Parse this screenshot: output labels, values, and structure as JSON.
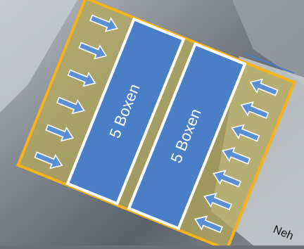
{
  "diagram": {
    "box_labels": [
      "5 Boxen",
      "5 Boxen"
    ],
    "arrows_left_count": 6,
    "arrows_right_count": 7,
    "footer_text": "Neh",
    "colors": {
      "frame": "#f5b21a",
      "box_fill": "#4a7fc8",
      "box_border": "#ffffff",
      "arrow_fill": "#5a8fd4",
      "zone_tint": "#b6a95a",
      "label": "#ffffff"
    }
  }
}
